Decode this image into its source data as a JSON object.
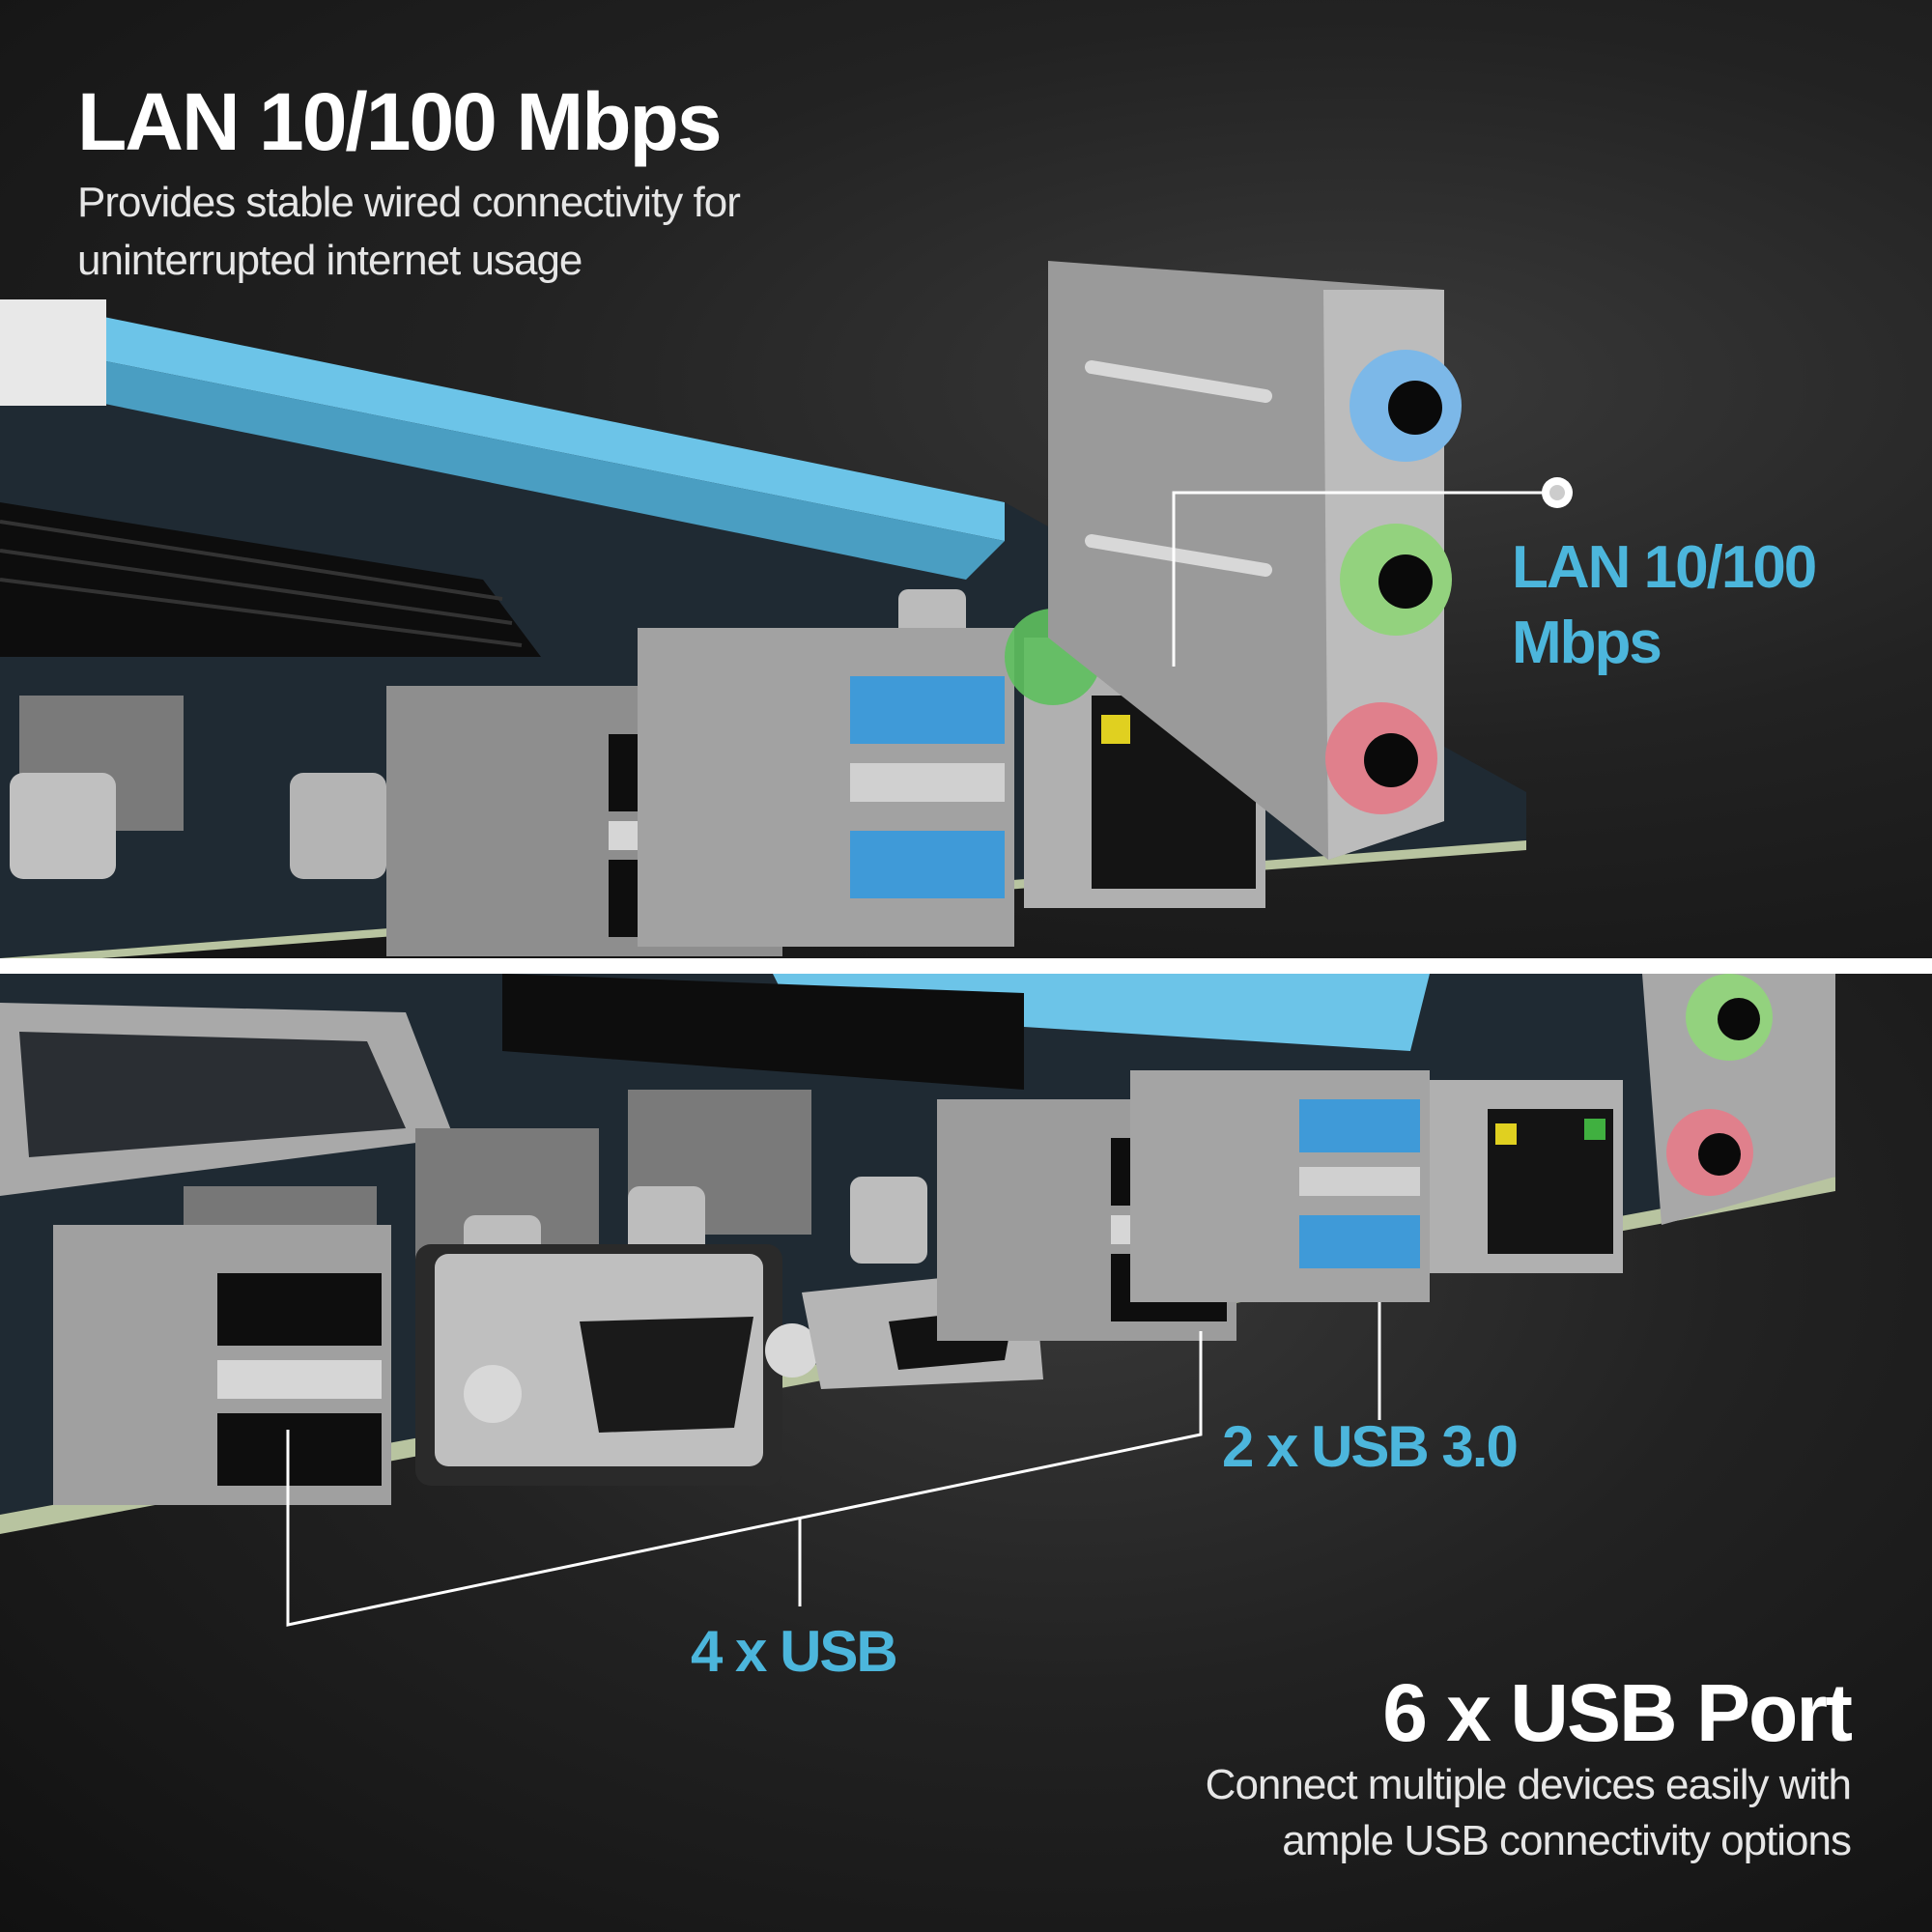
{
  "top_section": {
    "title": "LAN 10/100 Mbps",
    "description_line1": "Provides stable wired connectivity for",
    "description_line2": "uninterrupted internet usage",
    "callout_line1": "LAN 10/100",
    "callout_line2": "Mbps"
  },
  "bottom_section": {
    "usb3_callout": "2 x USB 3.0",
    "usb_callout": "4 x USB",
    "title": "6 x USB Port",
    "description_line1": "Connect multiple devices easily with",
    "description_line2": "ample USB connectivity options"
  },
  "colors": {
    "accent": "#4cb6dc",
    "pcie_slot": "#6cc4e8",
    "usb3_blue": "#3f9ad8",
    "audio_blue": "#7cb8e8",
    "audio_green": "#93d27e",
    "audio_pink": "#e0808c"
  }
}
